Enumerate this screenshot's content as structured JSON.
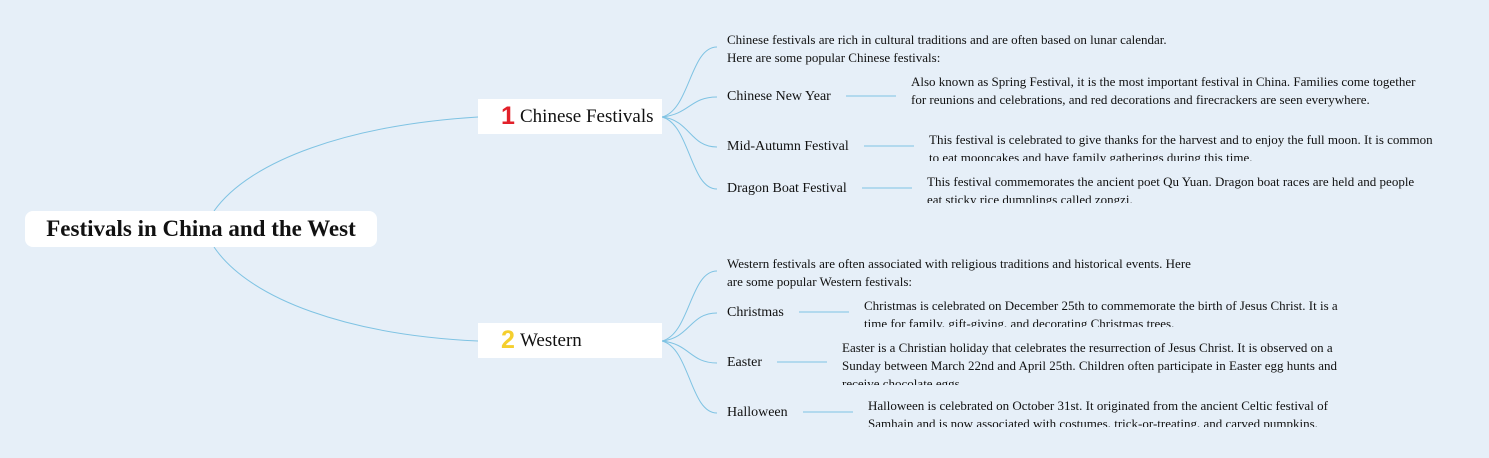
{
  "colors": {
    "background": "#e6eff8",
    "link": "#7fc3e3",
    "num1": "#e2202a",
    "num2": "#f5cf2e"
  },
  "root": {
    "title": "Festivals in China and the West"
  },
  "branches": [
    {
      "number": "1",
      "label": "Chinese Festivals",
      "intro": [
        "Chinese festivals are rich in cultural traditions and are often based on lunar calendar.",
        "Here are some popular Chinese festivals:"
      ],
      "items": [
        {
          "name": "Chinese New Year",
          "description": "Also known as Spring Festival, it is the most important festival in China. Families come together for reunions and celebrations, and red decorations and firecrackers are seen everywhere."
        },
        {
          "name": "Mid-Autumn Festival",
          "description": "This festival is celebrated to give thanks for the harvest and to enjoy the full moon. It is common to eat mooncakes and have family gatherings during this time."
        },
        {
          "name": "Dragon Boat Festival",
          "description": "This festival commemorates the ancient poet Qu Yuan. Dragon boat races are held and people eat sticky rice dumplings called zongzi."
        }
      ]
    },
    {
      "number": "2",
      "label": "Western",
      "intro": [
        "Western festivals are often associated with religious traditions and historical events. Here",
        "are some popular Western festivals:"
      ],
      "items": [
        {
          "name": "Christmas",
          "description": "Christmas is celebrated on December 25th to commemorate the birth of Jesus Christ. It is a time for family, gift-giving, and decorating Christmas trees."
        },
        {
          "name": "Easter",
          "description": "Easter is a Christian holiday that celebrates the resurrection of Jesus Christ. It is observed on a Sunday between March 22nd and April 25th. Children often participate in Easter egg hunts and receive chocolate eggs."
        },
        {
          "name": "Halloween",
          "description": "Halloween is celebrated on October 31st. It originated from the ancient Celtic festival of Samhain and is now associated with costumes, trick-or-treating, and carved pumpkins."
        }
      ]
    }
  ]
}
